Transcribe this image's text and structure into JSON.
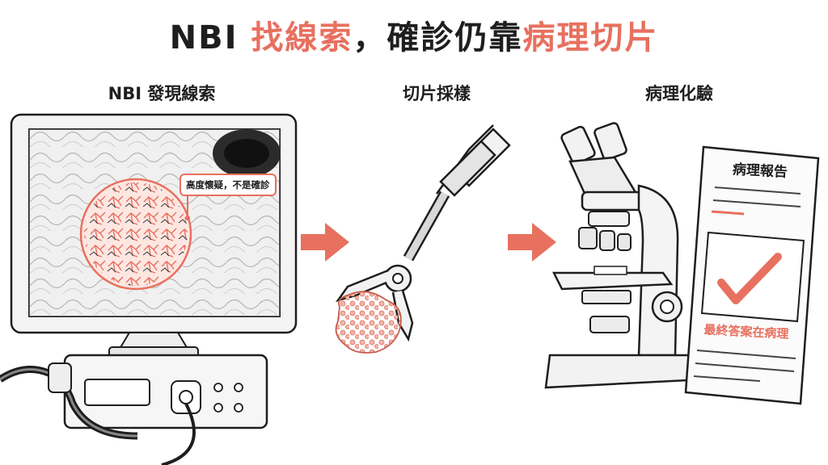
{
  "title": {
    "part1": "NBI ",
    "part2": "找線索",
    "part3": "，確診仍靠",
    "part4": "病理切片"
  },
  "steps": [
    {
      "label": "NBI 發現線索"
    },
    {
      "label": "切片採樣"
    },
    {
      "label": "病理化驗"
    }
  ],
  "callout": {
    "text": "高度懷疑，不是確診"
  },
  "report": {
    "title": "病理報告",
    "verdict": "最終答案在病理"
  },
  "colors": {
    "accent": "#e8705f",
    "ink": "#1e1e1e",
    "tissue": "#f0a090"
  },
  "icons": [
    "monitor-icon",
    "endoscope-processor-icon",
    "biopsy-forceps-icon",
    "microscope-icon",
    "report-icon",
    "checkmark-icon",
    "arrow-right-icon"
  ]
}
